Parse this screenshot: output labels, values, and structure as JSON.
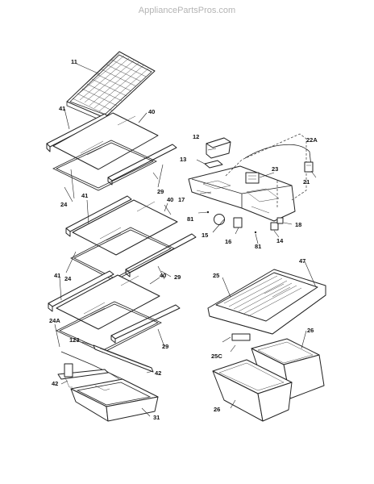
{
  "watermark": "AppliancePartsPros.com",
  "labels": {
    "p11": "11",
    "p41a": "41",
    "p40a": "40",
    "p24a": "24",
    "p29a": "29",
    "p41b": "41",
    "p40b": "40",
    "p24b": "24",
    "p29b": "29",
    "p41c": "41",
    "p40c": "40",
    "p24A": "24A",
    "p123": "123",
    "p29c": "29",
    "p42a": "42",
    "p42b": "42",
    "p31": "31",
    "p12": "12",
    "p13": "13",
    "p22A": "22A",
    "p23": "23",
    "p21": "21",
    "p17": "17",
    "p81a": "81",
    "p81b": "81",
    "p18": "18",
    "p15": "15",
    "p16": "16",
    "p14": "14",
    "p47": "47",
    "p25": "25",
    "p26a": "26",
    "p25C": "25C",
    "p26b": "26"
  }
}
